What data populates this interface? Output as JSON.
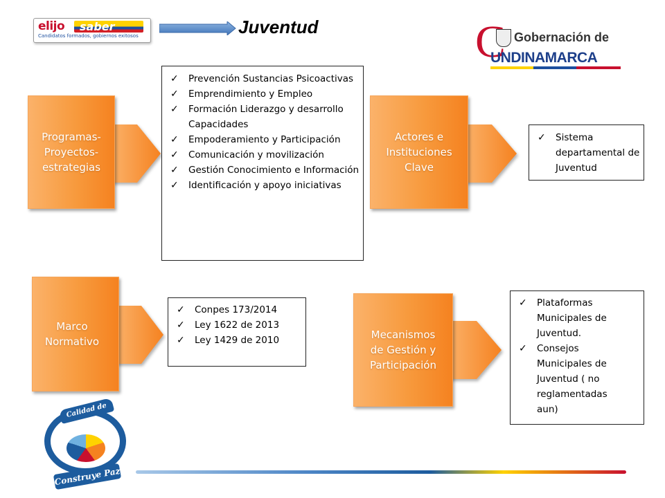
{
  "header": {
    "title": "Juventud",
    "logo_left": {
      "word1": "elijo",
      "word2": "saber",
      "tagline": "Candidatos formados, gobiernos exitosos"
    },
    "logo_right": {
      "big_letter": "C",
      "line1": "Gobernación de",
      "line2": "UNDINAMARCA"
    }
  },
  "blocks": [
    {
      "id": "programas",
      "label": "Programas-\nProyectos-\nestrategias"
    },
    {
      "id": "actores",
      "label": "Actores e\nInstituciones\nClave"
    },
    {
      "id": "marco",
      "label": "Marco\nNormativo"
    },
    {
      "id": "mecanismos",
      "label": "Mecanismos\nde Gestión y\nParticipación"
    }
  ],
  "lists": {
    "programas": [
      " Prevención Sustancias Psicoactivas",
      "Emprendimiento y Empleo",
      "Formación Liderazgo y desarrollo Capacidades",
      "Empoderamiento y Participación",
      "Comunicación y movilización",
      "Gestión Conocimiento e Información",
      "Identificación y apoyo iniciativas"
    ],
    "actores": [
      " Sistema departamental de Juventud"
    ],
    "marco": [
      "Conpes 173/2014",
      "Ley 1622 de 2013",
      "Ley 1429 de 2010"
    ],
    "mecanismos": [
      " Plataformas Municipales de Juventud.",
      "Consejos Municipales de Juventud ( no reglamentadas aun)"
    ]
  },
  "emblem": {
    "top_text": "Calidad de Vida",
    "bottom_text": "Construye Paz"
  },
  "colors": {
    "orange_light": "#fbb26a",
    "orange_dark": "#f58220",
    "arrow_blue": "#4d86c6",
    "brand_red": "#c8102e",
    "brand_blue": "#1d4f9e",
    "brand_yellow": "#ffd200"
  },
  "check_glyph": "✓"
}
